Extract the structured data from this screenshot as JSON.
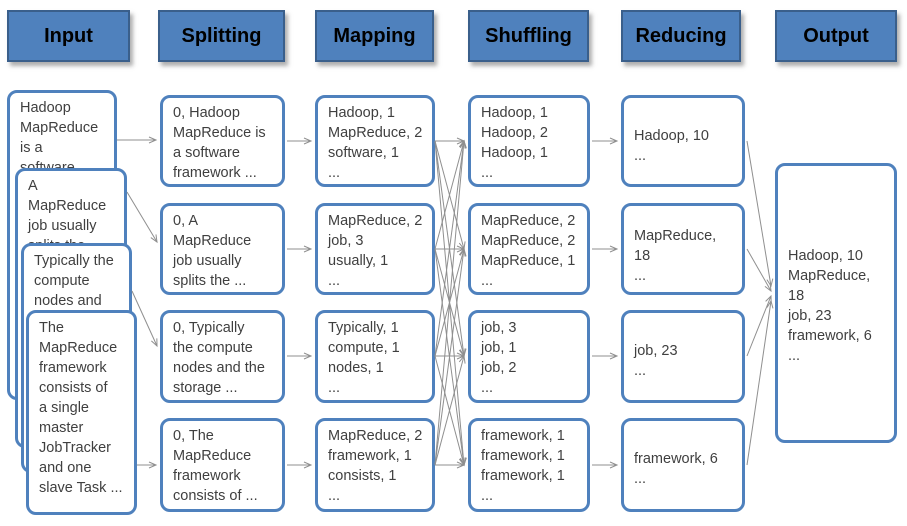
{
  "diagram": {
    "stages": [
      {
        "label": "Input"
      },
      {
        "label": "Splitting"
      },
      {
        "label": "Mapping"
      },
      {
        "label": "Shuffling"
      },
      {
        "label": "Reducing"
      },
      {
        "label": "Output"
      }
    ],
    "boxes": {
      "input": [
        {
          "text": "Hadoop\nMapReduce\nis a\nsoftware ..."
        },
        {
          "text": "A\nMapReduce\njob usually\nsplits the ..."
        },
        {
          "text": "Typically the\ncompute\nnodes and\nthe storage ..."
        },
        {
          "text": "The\nMapReduce\nframework\nconsists of\na single\nmaster\nJobTracker\nand one\nslave Task ..."
        }
      ],
      "splitting": [
        {
          "text": "0, Hadoop\nMapReduce is\na software\nframework ..."
        },
        {
          "text": "0, A\nMapReduce\njob usually\nsplits the ..."
        },
        {
          "text": "0, Typically\nthe compute\nnodes and the\nstorage ..."
        },
        {
          "text": "0, The\nMapReduce\nframework\nconsists of ..."
        }
      ],
      "mapping": [
        {
          "text": "Hadoop, 1\nMapReduce, 2\nsoftware, 1\n..."
        },
        {
          "text": "MapReduce, 2\njob, 3\nusually, 1\n..."
        },
        {
          "text": "Typically, 1\ncompute, 1\nnodes, 1\n..."
        },
        {
          "text": "MapReduce, 2\nframework, 1\nconsists, 1\n..."
        }
      ],
      "shuffling": [
        {
          "text": "Hadoop, 1\nHadoop, 2\nHadoop, 1\n..."
        },
        {
          "text": "MapReduce, 2\nMapReduce, 2\nMapReduce, 1\n..."
        },
        {
          "text": "job, 3\njob, 1\njob, 2\n..."
        },
        {
          "text": "framework, 1\nframework, 1\nframework, 1\n..."
        }
      ],
      "reducing": [
        {
          "text": "Hadoop, 10\n..."
        },
        {
          "text": "MapReduce,\n18\n..."
        },
        {
          "text": "job, 23\n..."
        },
        {
          "text": "framework, 6\n..."
        }
      ],
      "output": [
        {
          "text": "Hadoop, 10\nMapReduce,\n18\njob, 23\nframework, 6\n..."
        }
      ]
    },
    "colors": {
      "header_fill": "#4F81BD",
      "header_border": "#3A5F8B",
      "box_border": "#4F81BD",
      "arrow": "#8F8F8F",
      "text": "#3F3F3F"
    }
  }
}
